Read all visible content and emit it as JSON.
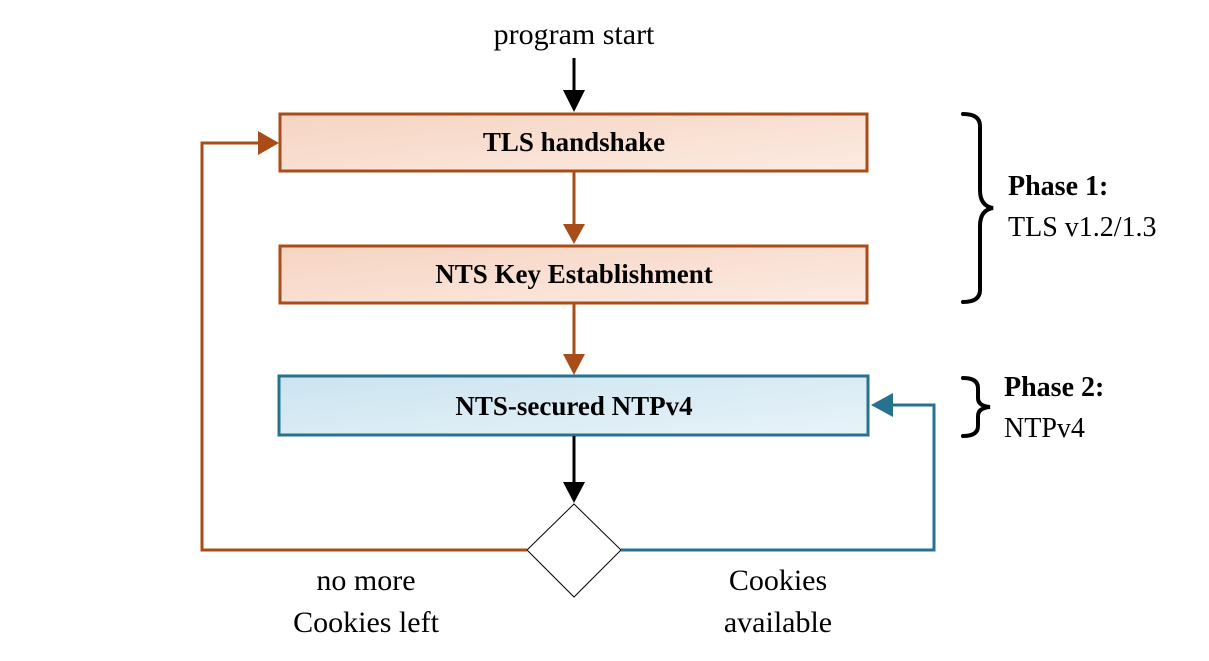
{
  "diagram": {
    "start_label": "program start",
    "boxes": [
      {
        "id": "tls",
        "label": "TLS handshake"
      },
      {
        "id": "ke",
        "label": "NTS Key Establishment"
      },
      {
        "id": "ntp",
        "label": "NTS-secured NTPv4"
      }
    ],
    "branches": {
      "left_line1": "no more",
      "left_line2": "Cookies left",
      "right_line1": "Cookies",
      "right_line2": "available"
    },
    "phases": [
      {
        "title": "Phase 1:",
        "subtitle": "TLS v1.2/1.3"
      },
      {
        "title": "Phase 2:",
        "subtitle": "NTPv4"
      }
    ],
    "colors": {
      "orange_stroke": "#a84d17",
      "orange_fill_start": "#f6d4c2",
      "orange_fill_end": "#fcebe2",
      "blue_stroke": "#26728f",
      "blue_fill_start": "#cbe4f0",
      "blue_fill_end": "#e8f3f9",
      "black": "#000000"
    }
  }
}
